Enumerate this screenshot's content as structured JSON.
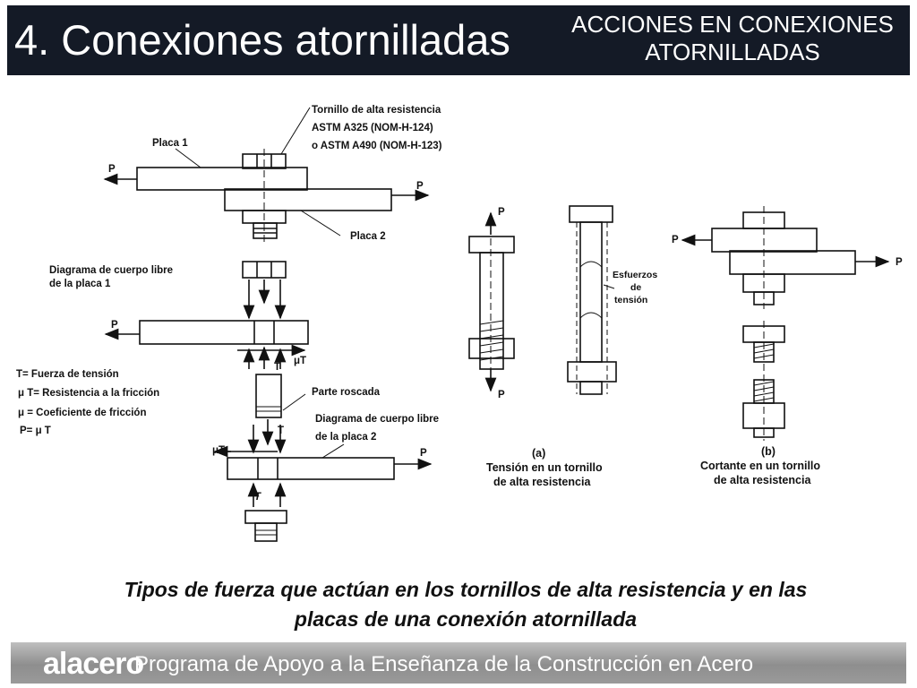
{
  "header": {
    "title": "4. Conexiones atornilladas",
    "subtitle_line1": "ACCIONES EN CONEXIONES",
    "subtitle_line2": "ATORNILLADAS"
  },
  "diagram": {
    "bolt_label_1": "Tornillo de alta resistencia",
    "bolt_label_2": "ASTM A325 (NOM-H-124)",
    "bolt_label_3": "o ASTM A490 (NOM-H-123)",
    "placa1": "Placa 1",
    "placa2": "Placa 2",
    "force": "P",
    "fbd1_line1": "Diagrama de cuerpo libre",
    "fbd1_line2": "de la placa 1",
    "fbd2_line1": "Diagrama de cuerpo libre",
    "fbd2_line2": "de la placa 2",
    "t": "T",
    "mu_t": "μT",
    "legend_1": "T= Fuerza de tensión",
    "legend_2": "μ T= Resistencia a la fricción",
    "legend_3": "μ = Coeficiente de fricción",
    "legend_4": "P=  μ T",
    "parte_roscada": "Parte roscada",
    "esfuerzos_1": "Esfuerzos",
    "esfuerzos_2": "de",
    "esfuerzos_3": "tensión",
    "label_a": "(a)",
    "caption_a_1": "Tensión en un tornillo",
    "caption_a_2": "de alta resistencia",
    "label_b": "(b)",
    "caption_b_1": "Cortante en un tornillo",
    "caption_b_2": "de alta resistencia"
  },
  "caption": {
    "line1": "Tipos de fuerza que actúan en los tornillos de alta resistencia y en las",
    "line2": "placas de una conexión atornillada"
  },
  "footer": {
    "logo": "alacero",
    "text": "Programa de Apoyo a la Enseñanza de la Construcción en Acero"
  },
  "colors": {
    "header_bg": "#141a26",
    "footer_bg": "#9a9a9a"
  }
}
